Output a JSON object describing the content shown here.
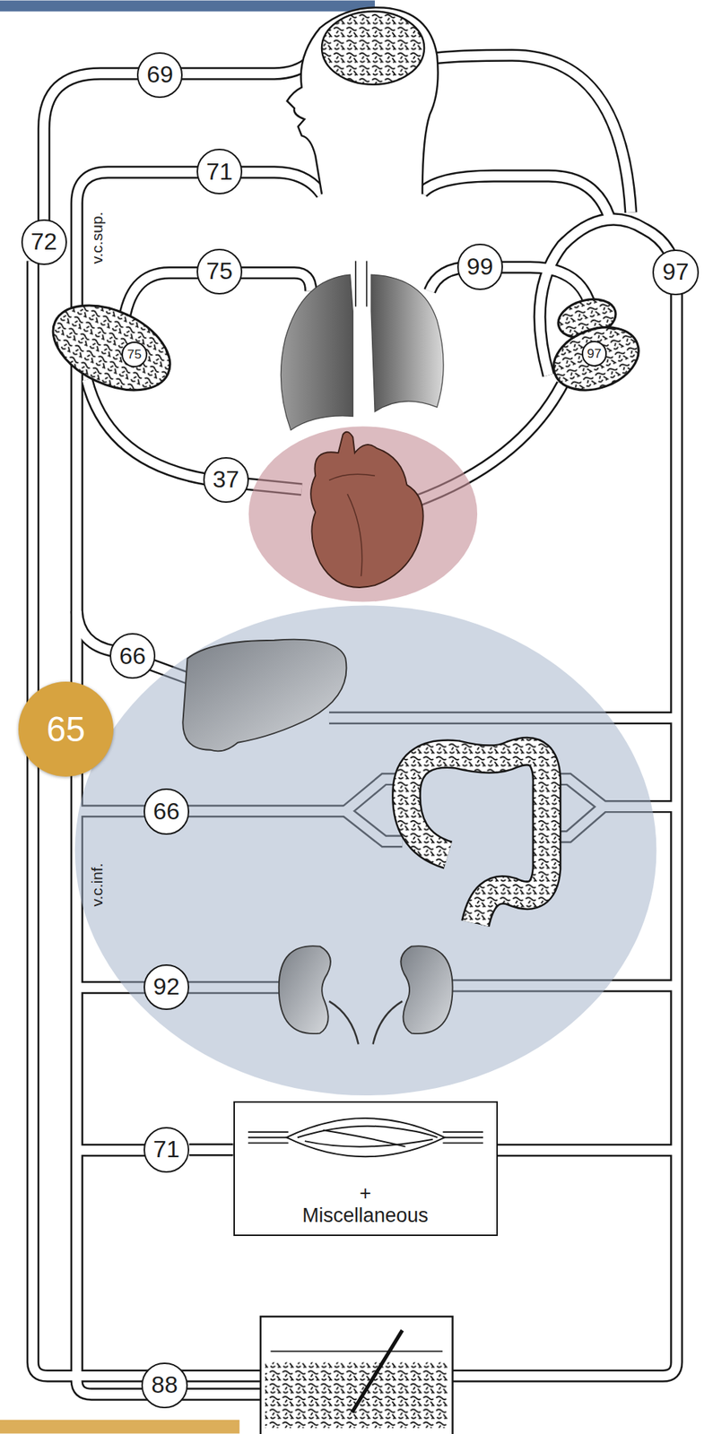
{
  "diagram": {
    "nodes": [
      {
        "text": [
          "69"
        ]
      },
      {
        "text": [
          "71"
        ]
      },
      {
        "text": [
          "72"
        ]
      },
      {
        "text": [
          "75"
        ]
      },
      {
        "text": [
          "99"
        ]
      },
      {
        "text": [
          "97"
        ]
      },
      {
        "text": [
          "75"
        ]
      },
      {
        "text": [
          "97"
        ]
      },
      {
        "text": [
          "37"
        ]
      },
      {
        "text": [
          "66"
        ]
      },
      {
        "text": [
          "65"
        ]
      },
      {
        "text": [
          "66"
        ]
      },
      {
        "text": [
          "92"
        ]
      },
      {
        "text": [
          "71"
        ]
      },
      {
        "text": [
          "+",
          "Miscellaneous"
        ]
      },
      {
        "text": [
          "88"
        ]
      }
    ],
    "edges": [
      {
        "from": 13,
        "to": 14,
        "arrow": "none"
      }
    ],
    "labels": [
      "v.c.sup.",
      "v.c.inf."
    ]
  }
}
